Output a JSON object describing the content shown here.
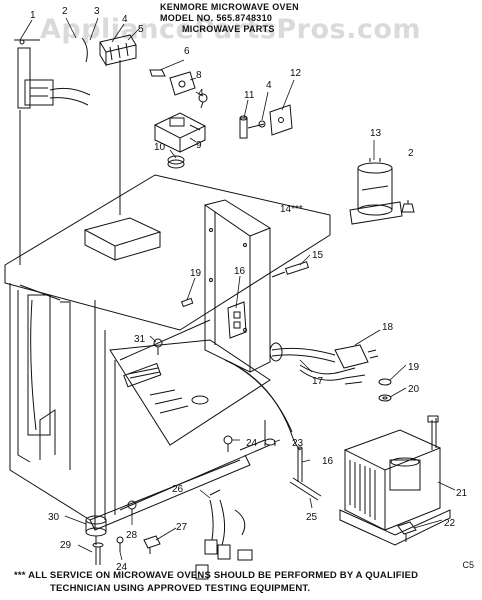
{
  "header": {
    "line1": "KENMORE MICROWAVE OVEN",
    "line2": "MODEL NO. 565.8748310",
    "line3": "MICROWAVE PARTS"
  },
  "watermark": "AppliancePartsPros.com",
  "parts": [
    "1",
    "2",
    "3",
    "4",
    "5",
    "6",
    "8",
    "4",
    "11",
    "4",
    "12",
    "10",
    "9",
    "13",
    "2",
    "14***",
    "15",
    "19",
    "16",
    "18",
    "31",
    "17",
    "19",
    "20",
    "24",
    "23",
    "16",
    "21",
    "26",
    "25",
    "30",
    "28",
    "27",
    "22",
    "29",
    "24"
  ],
  "note": {
    "line1": "*** ALL SERVICE ON MICROWAVE OVENS SHOULD BE PERFORMED BY A QUALIFIED",
    "line2": "TECHNICIAN USING APPROVED TESTING EQUIPMENT."
  },
  "corner_mark": "C5"
}
